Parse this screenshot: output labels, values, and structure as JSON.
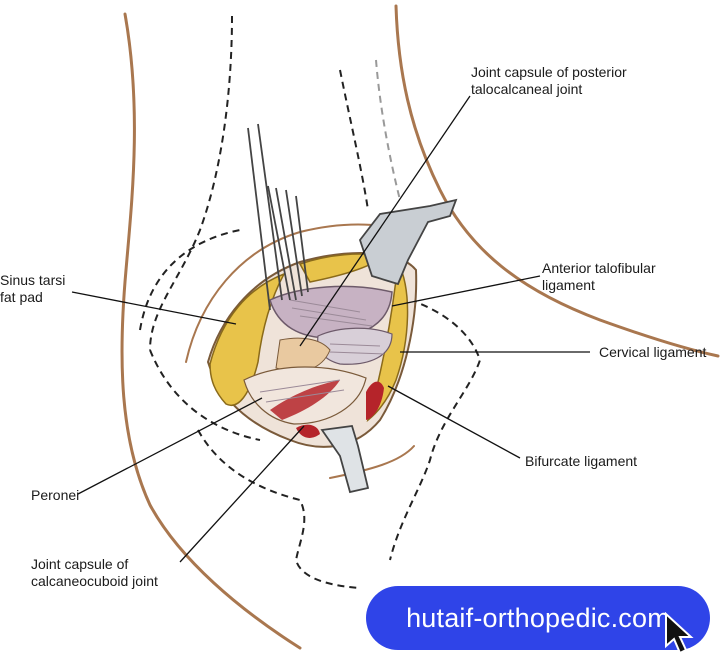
{
  "labels": {
    "joint_capsule_posterior": [
      "Joint capsule of posterior",
      "talocalcaneal joint"
    ],
    "sinus_tarsi": [
      "Sinus tarsi",
      "fat pad"
    ],
    "anterior_talofibular": [
      "Anterior talofibular",
      "ligament"
    ],
    "cervical": "Cervical ligament",
    "bifurcate": "Bifurcate ligament",
    "peronei": "Peronei",
    "joint_capsule_calcaneocuboid": [
      "Joint capsule of",
      "calcaneocuboid joint"
    ]
  },
  "watermark": {
    "text": "hutaif-orthopedic.com",
    "color": "#2f44e8"
  },
  "colors": {
    "skin_outline": "#a9774f",
    "fat": "#e8c34a",
    "capsule": "#c7b2c3",
    "ligament": "#d8cfd8",
    "blood": "#b5242a",
    "retractor": "#c9ced3"
  },
  "icons": {
    "cursor": "cursor-arrow-icon"
  }
}
